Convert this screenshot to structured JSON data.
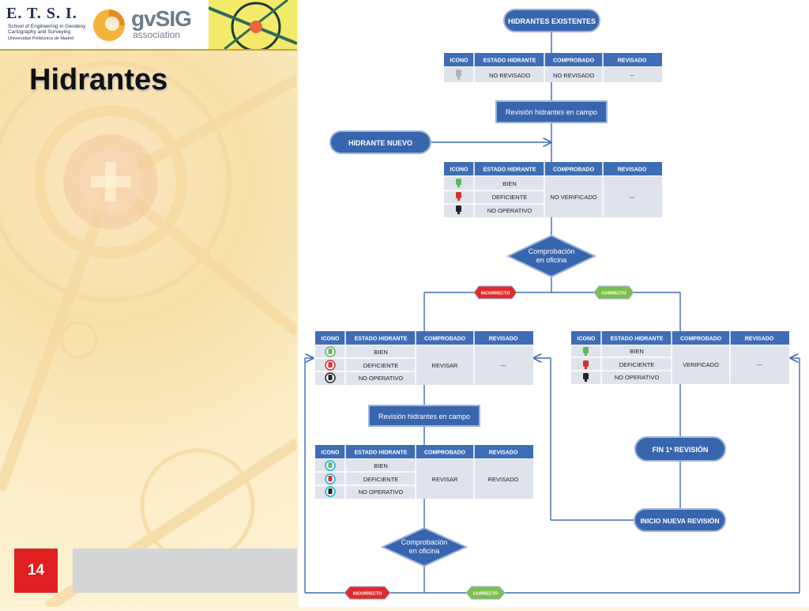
{
  "header": {
    "etsi_title": "E. T. S. I.",
    "etsi_line1": "School of Engineering in Geodesy",
    "etsi_line2": "Cartography and Surveying",
    "etsi_line3": "Universidad Politécnica de Madrid",
    "gvsig_name": "gvSIG",
    "gvsig_sub": "association"
  },
  "slide": {
    "title": "Hidrantes",
    "page_number": "14"
  },
  "colors": {
    "table_header": "#3e6db5",
    "node": "#3866ae",
    "cell": "#dfe3ec",
    "arrow_red": "#e02b2b",
    "arrow_green": "#7cc04b",
    "line": "#3e6db5"
  },
  "diagram": {
    "node_existentes": "HIDRANTES EXISTENTES",
    "node_nuevo": "HIDRANTE NUEVO",
    "box_revision_1": "Revisión hidrantes en campo",
    "box_revision_2": "Revisión hidrantes en campo",
    "decision_1_line1": "Comprobación",
    "decision_1_line2": "en oficina",
    "decision_2_line1": "Comprobación",
    "decision_2_line2": "en oficina",
    "tag_incorrecto": "INCORRECTO",
    "tag_correcto": "CORRECTO",
    "node_fin": "FIN 1ª REVISIÓN",
    "node_inicio": "INICIO NUEVA REVISIÓN",
    "headers": [
      "ICONO",
      "ESTADO HIDRANTE",
      "COMPROBADO",
      "REVISADO"
    ],
    "table1": {
      "estado": "NO REVISADO",
      "comprobado": "NO REVISADO",
      "revisado": "--"
    },
    "table2": {
      "estados": [
        "BIEN",
        "DEFICIENTE",
        "NO OPERATIVO"
      ],
      "comprobado": "NO VERIFICADO",
      "revisado": "---"
    },
    "table3": {
      "estados": [
        "BIEN",
        "DEFICIENTE",
        "NO OPERATIVO"
      ],
      "comprobado": "REVISAR",
      "revisado": "---"
    },
    "table4": {
      "estados": [
        "BIEN",
        "DEFICIENTE",
        "NO OPERATIVO"
      ],
      "comprobado": "VERIFICADO",
      "revisado": "---"
    },
    "table5": {
      "estados": [
        "BIEN",
        "DEFICIENTE",
        "NO OPERATIVO"
      ],
      "comprobado": "REVISAR",
      "revisado": "REVISADO"
    }
  }
}
